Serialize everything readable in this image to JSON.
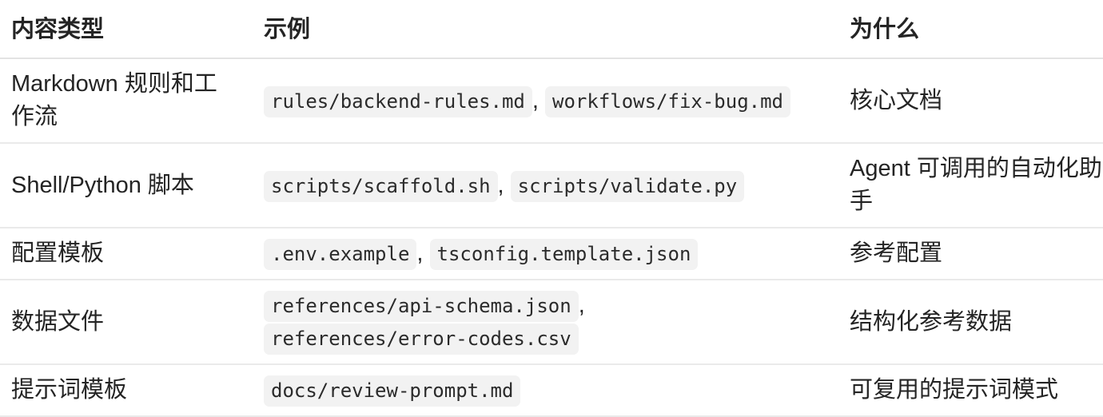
{
  "table": {
    "header": {
      "type": "内容类型",
      "example": "示例",
      "why": "为什么"
    },
    "example_separator": ",",
    "rows": [
      {
        "type": "Markdown 规则和工作流",
        "examples": [
          "rules/backend-rules.md",
          "workflows/fix-bug.md"
        ],
        "stacked": false,
        "why": "核心文档"
      },
      {
        "type": "Shell/Python 脚本",
        "examples": [
          "scripts/scaffold.sh",
          "scripts/validate.py"
        ],
        "stacked": false,
        "why": "Agent 可调用的自动化助手"
      },
      {
        "type": "配置模板",
        "examples": [
          ".env.example",
          "tsconfig.template.json"
        ],
        "stacked": false,
        "why": "参考配置"
      },
      {
        "type": "数据文件",
        "examples": [
          "references/api-schema.json",
          "references/error-codes.csv"
        ],
        "stacked": true,
        "why": "结构化参考数据"
      },
      {
        "type": "提示词模板",
        "examples": [
          "docs/review-prompt.md"
        ],
        "stacked": false,
        "why": "可复用的提示词模式"
      }
    ],
    "colors": {
      "text": "#242424",
      "code_background": "#f2f2f2",
      "divider": "#e6e6e6"
    }
  }
}
